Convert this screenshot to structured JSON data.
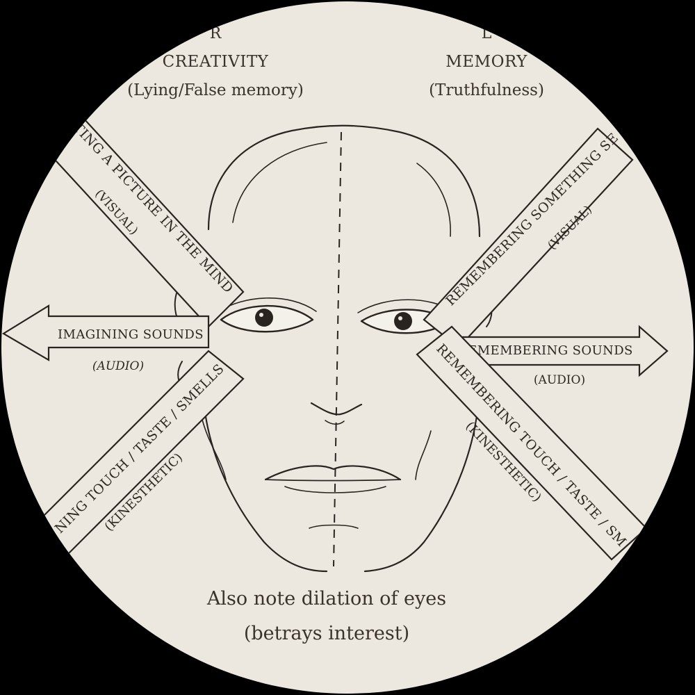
{
  "colors": {
    "paper": "#ece7df",
    "ink": "#2a2420",
    "background": "#000000"
  },
  "header": {
    "right_side_letter": "R",
    "right_side_title": "CREATIVITY",
    "right_side_subtitle": "(Lying/False memory)",
    "left_side_letter": "L",
    "left_side_title": "MEMORY",
    "left_side_subtitle": "(Truthfulness)"
  },
  "arrows": {
    "upper_left": {
      "label": "ATING A PICTURE IN THE MIND",
      "sense": "(VISUAL)"
    },
    "left": {
      "label": "IMAGINING SOUNDS",
      "sense": "(AUDIO)"
    },
    "lower_left": {
      "label": "NING TOUCH / TASTE / SMELLS",
      "sense": "(KINESTHETIC)"
    },
    "upper_right": {
      "label": "REMEMBERING SOMETHING SE",
      "sense": "(VISUAL)"
    },
    "right": {
      "label": "REMEMBERING SOUNDS",
      "sense": "(AUDIO)"
    },
    "lower_right": {
      "label": "REMEMBERING TOUCH / TASTE / SM",
      "sense": "(KINESTHETIC)"
    }
  },
  "footer": {
    "line1": "Also note dilation of eyes",
    "line2": "(betrays  interest)"
  }
}
